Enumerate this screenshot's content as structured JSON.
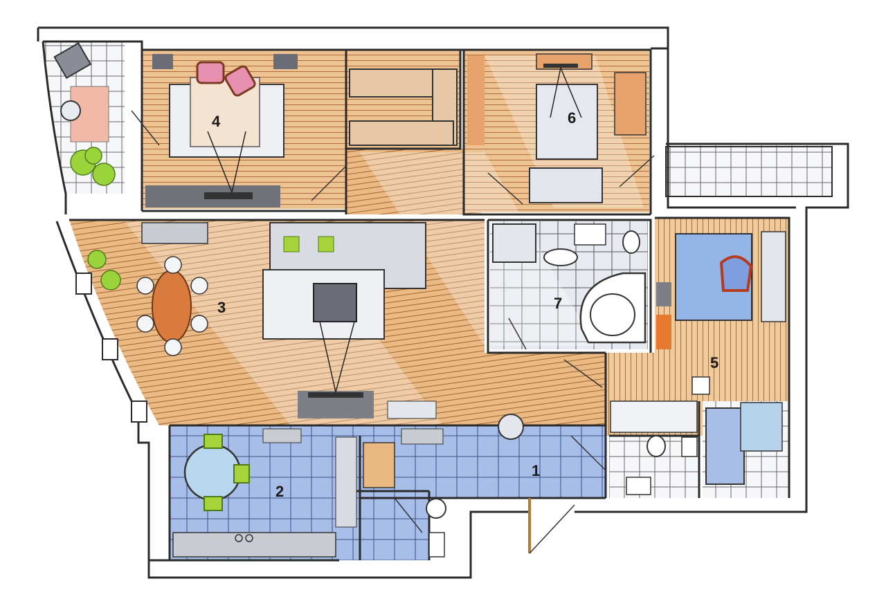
{
  "rooms": [
    {
      "id": "hall",
      "number": "1"
    },
    {
      "id": "kitchen",
      "number": "2"
    },
    {
      "id": "living",
      "number": "3"
    },
    {
      "id": "study",
      "number": "4"
    },
    {
      "id": "children",
      "number": "5"
    },
    {
      "id": "bedroom",
      "number": "6"
    },
    {
      "id": "bathroom",
      "number": "7"
    }
  ],
  "colors": {
    "wall": "#2a2a2a",
    "wood": "#e9b880",
    "wood_dark": "#d49a5c",
    "tile_blue": "#9fb9e4",
    "tile_blue_dark": "#6f8fd0",
    "tile_grey": "#dfe3ea",
    "sofa_grey": "#c9ccd3",
    "plant_green": "#9bd33a",
    "chair_green": "#a7d43a",
    "pink": "#e98fb0",
    "orange": "#e8782e"
  }
}
